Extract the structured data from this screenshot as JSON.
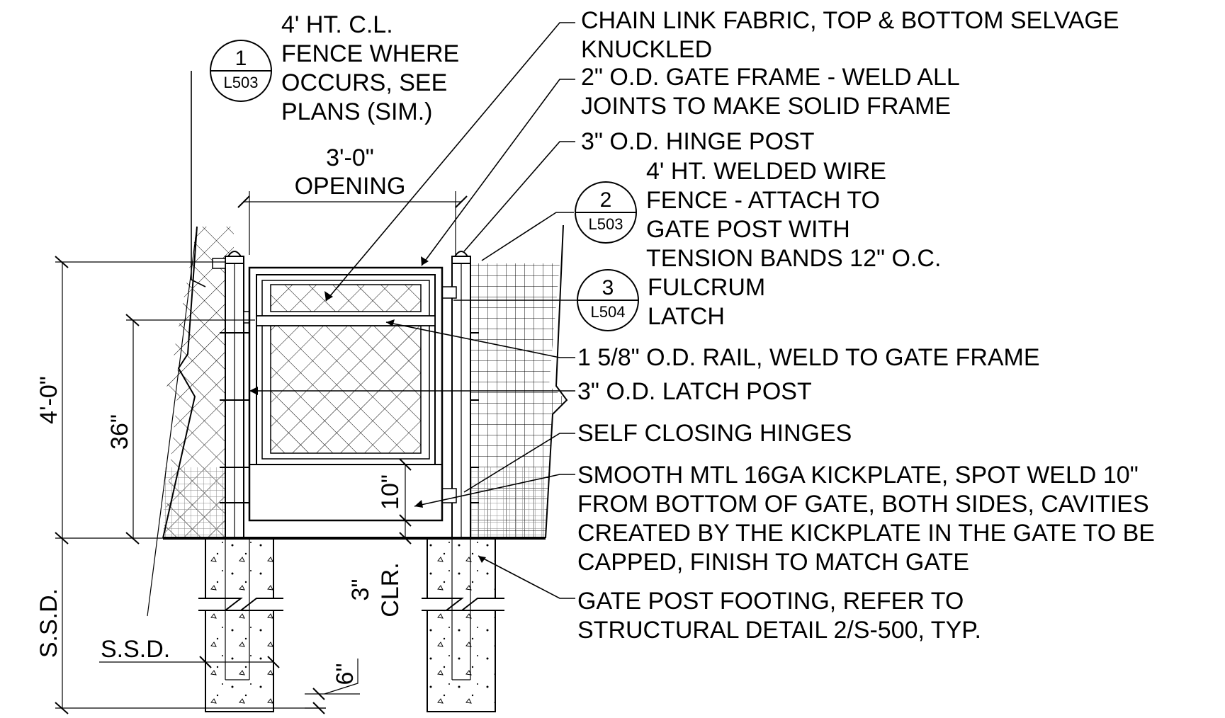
{
  "notes": {
    "n1_line1": "4' HT. C.L.",
    "n1_line2": "FENCE WHERE",
    "n1_line3": "OCCURS, SEE",
    "n1_line4": "PLANS (SIM.)",
    "fabric_1": "CHAIN LINK FABRIC, TOP & BOTTOM SELVAGE",
    "fabric_2": "KNUCKLED",
    "frame_1": "2\" O.D. GATE FRAME - WELD ALL",
    "frame_2": "JOINTS TO MAKE SOLID FRAME",
    "hinge_post": "3\" O.D. HINGE POST",
    "ww_1": "4' HT. WELDED WIRE",
    "ww_2": "FENCE - ATTACH TO",
    "ww_3": "GATE POST WITH",
    "ww_4": "TENSION BANDS 12\" O.C.",
    "latch_1": "FULCRUM",
    "latch_2": "LATCH",
    "rail": "1 5/8\" O.D. RAIL, WELD TO GATE FRAME",
    "latch_post": "3\" O.D. LATCH POST",
    "hinges": "SELF CLOSING HINGES",
    "kick_1": "SMOOTH MTL 16GA KICKPLATE, SPOT WELD 10\"",
    "kick_2": "FROM BOTTOM OF GATE, BOTH SIDES, CAVITIES",
    "kick_3": "CREATED BY THE KICKPLATE IN THE GATE TO BE",
    "kick_4": "CAPPED, FINISH TO MATCH GATE",
    "footing_1": "GATE POST FOOTING, REFER TO",
    "footing_2": "STRUCTURAL DETAIL 2/S-500, TYP."
  },
  "tags": [
    {
      "number": "1",
      "sheet": "L503"
    },
    {
      "number": "2",
      "sheet": "L503"
    },
    {
      "number": "3",
      "sheet": "L504"
    }
  ],
  "dims": {
    "opening_1": "3'-0\"",
    "opening_2": "OPENING",
    "height": "4'-0\"",
    "rail_height": "36\"",
    "kick_height": "10\"",
    "clr_1": "3\"",
    "clr_2": "CLR.",
    "ssd_vertical": "S.S.D.",
    "ssd_horizontal": "S.S.D.",
    "footing_offset": "6\""
  }
}
